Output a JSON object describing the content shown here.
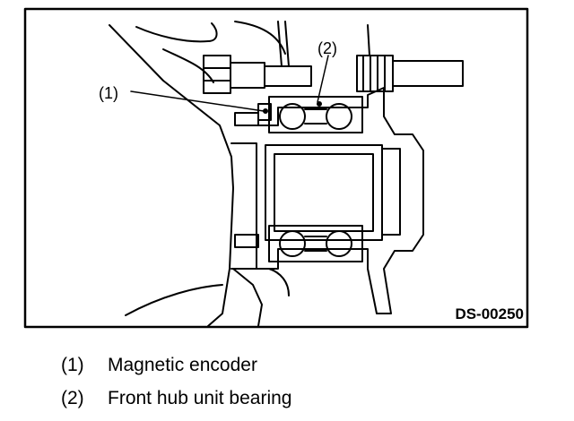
{
  "figure": {
    "callout_1": "(1)",
    "callout_2": "(2)",
    "figure_id": "DS-00250"
  },
  "legend": [
    {
      "number": "(1)",
      "text": "Magnetic encoder"
    },
    {
      "number": "(2)",
      "text": "Front hub unit bearing"
    }
  ]
}
